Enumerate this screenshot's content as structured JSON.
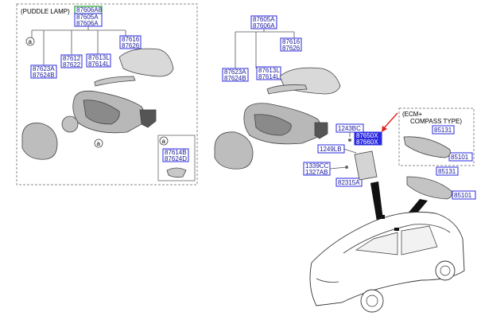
{
  "left_panel": {
    "title": "(PUDDLE LAMP)",
    "callout_a": "a",
    "labels": {
      "top_1": "87606A8",
      "top_2": "87605A",
      "top_3": "87606A",
      "cover_1": "87616",
      "cover_2": "87626",
      "glass_1": "87623A",
      "glass_2": "87624B",
      "cap_1": "87612",
      "cap_2": "87622",
      "lamp_1": "87613L",
      "lamp_2": "87614L",
      "inset_1": "87614B",
      "inset_2": "87624D"
    }
  },
  "right_panel": {
    "labels": {
      "top_1": "87605A",
      "top_2": "87606A",
      "cover_1": "87616",
      "cover_2": "87626",
      "glass_1": "87623A",
      "glass_2": "87624B",
      "lamp_1": "87613L",
      "lamp_2": "87614L",
      "bolt": "1243BC",
      "sel_1": "87650X",
      "sel_2": "87660X",
      "screw": "1249LB",
      "clip_1": "1339CC",
      "clip_2": "1327AB",
      "bracket": "82315A"
    }
  },
  "ecm_panel": {
    "title_1": "(ECM+",
    "title_2": "COMPASS TYPE)",
    "label_upper_1": "85131",
    "label_upper_2": "85101",
    "label_lower_1": "85131",
    "label_lower_2": "85101"
  },
  "colors": {
    "label_box": "#2a2ae0",
    "label_text": "#1a1a9a",
    "highlight": "#2a2ae0",
    "green_box": "#1aa02a",
    "pointer_arrow": "#e0201a"
  }
}
